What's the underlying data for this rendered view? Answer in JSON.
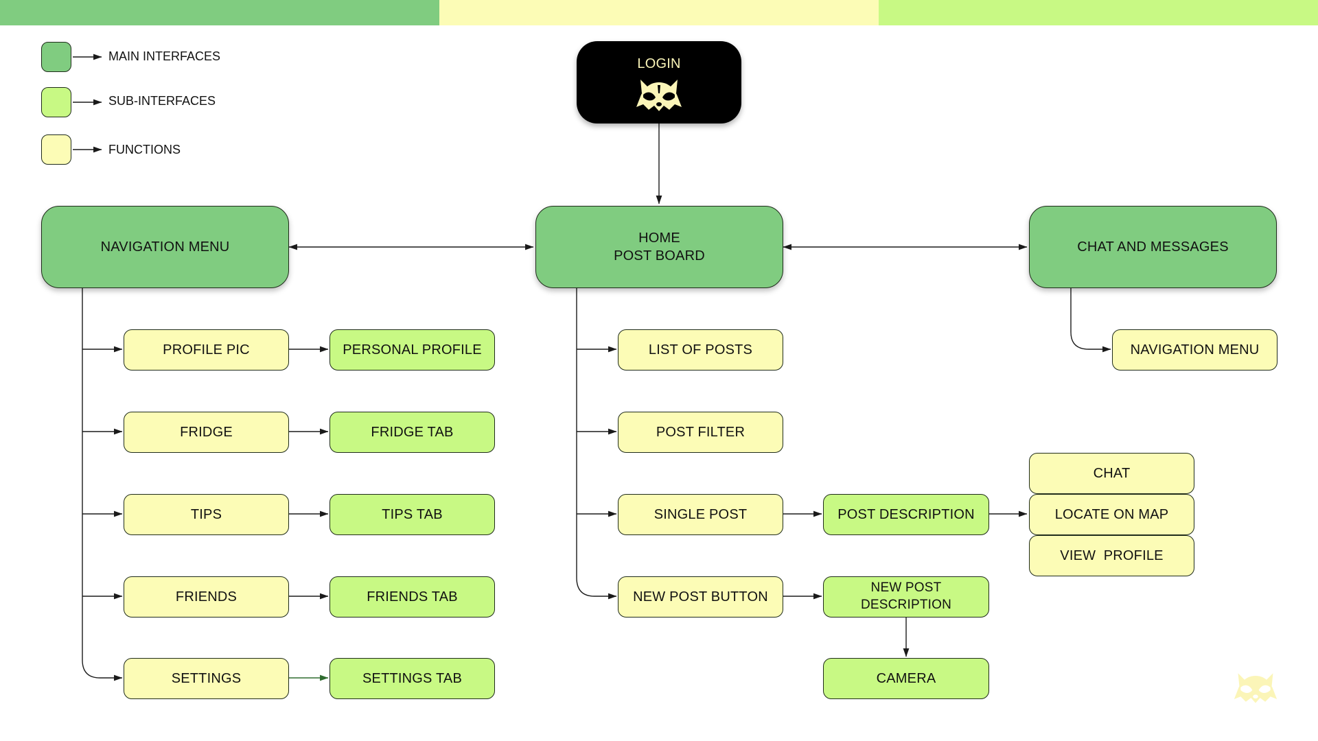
{
  "colors": {
    "main": "#80cc80",
    "sub": "#c8f984",
    "func": "#fcfcb6",
    "top_bar": [
      "#80cc80",
      "#fcfcb6",
      "#c8f984"
    ],
    "line": "#1a1a1a",
    "login_bg": "#000000",
    "login_text": "#fbf5b8"
  },
  "legend": [
    {
      "type": "main",
      "label": "MAIN INTERFACES"
    },
    {
      "type": "sub",
      "label": "SUB-INTERFACES"
    },
    {
      "type": "func",
      "label": "FUNCTIONS"
    }
  ],
  "login": {
    "label": "LOGIN",
    "icon": "raccoon-logo-icon"
  },
  "main_nodes": {
    "navigation_menu": "NAVIGATION MENU",
    "home_line1": "HOME",
    "home_line2": "POST BOARD",
    "chat_and_messages": "CHAT AND MESSAGES"
  },
  "navigation_branch": [
    {
      "function": "PROFILE PIC",
      "sub_interface": "PERSONAL PROFILE"
    },
    {
      "function": "FRIDGE",
      "sub_interface": "FRIDGE TAB"
    },
    {
      "function": "TIPS",
      "sub_interface": "TIPS TAB"
    },
    {
      "function": "FRIENDS",
      "sub_interface": "FRIENDS TAB"
    },
    {
      "function": "SETTINGS",
      "sub_interface": "SETTINGS TAB"
    }
  ],
  "home_branch": {
    "list_of_posts": "LIST OF POSTS",
    "post_filter": "POST FILTER",
    "single_post": "SINGLE POST",
    "post_description": "POST DESCRIPTION",
    "post_actions": [
      "CHAT",
      "LOCATE ON MAP",
      "VIEW  PROFILE"
    ],
    "new_post_button": "NEW POST BUTTON",
    "new_post_description": "NEW POST DESCRIPTION",
    "camera": "CAMERA"
  },
  "chat_branch": {
    "navigation_menu": "NAVIGATION MENU"
  },
  "corner_logo": "raccoon-logo-icon"
}
